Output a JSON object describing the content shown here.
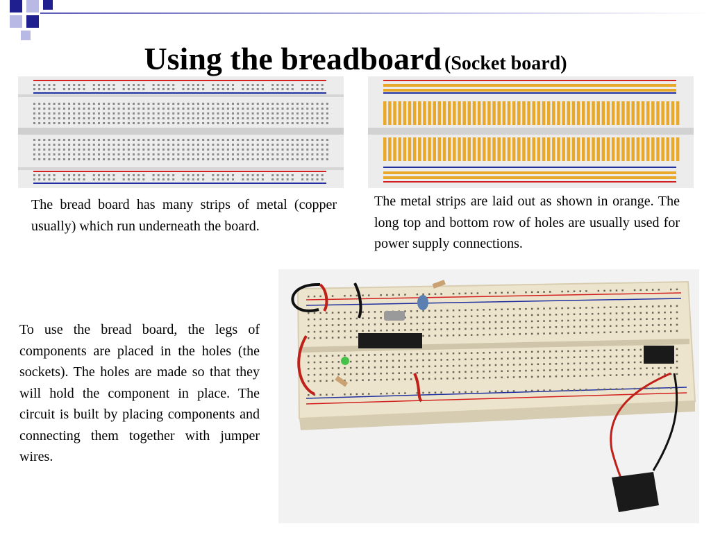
{
  "slide": {
    "title": "Using the breadboard",
    "title_sub": "(Socket board)",
    "text_left": "The bread board has many strips of metal (copper usually) which run underneath the board.",
    "text_right": "The metal strips are laid out as shown in orange. The long top and bottom row of holes are usually used for power supply connections.",
    "text_bottom": "To use the bread board, the legs of components are placed in the holes (the sockets).  The holes are made so that they will hold the component in place. The circuit is built by placing components and connecting them together with jumper wires."
  },
  "colors": {
    "corner_square_dark": "#1f1f8f",
    "corner_square_light": "#b9b9e6",
    "rail_red": "#d22020",
    "rail_blue": "#2030a0",
    "strip_orange": "#e8a829",
    "board_grey": "#ececec"
  }
}
